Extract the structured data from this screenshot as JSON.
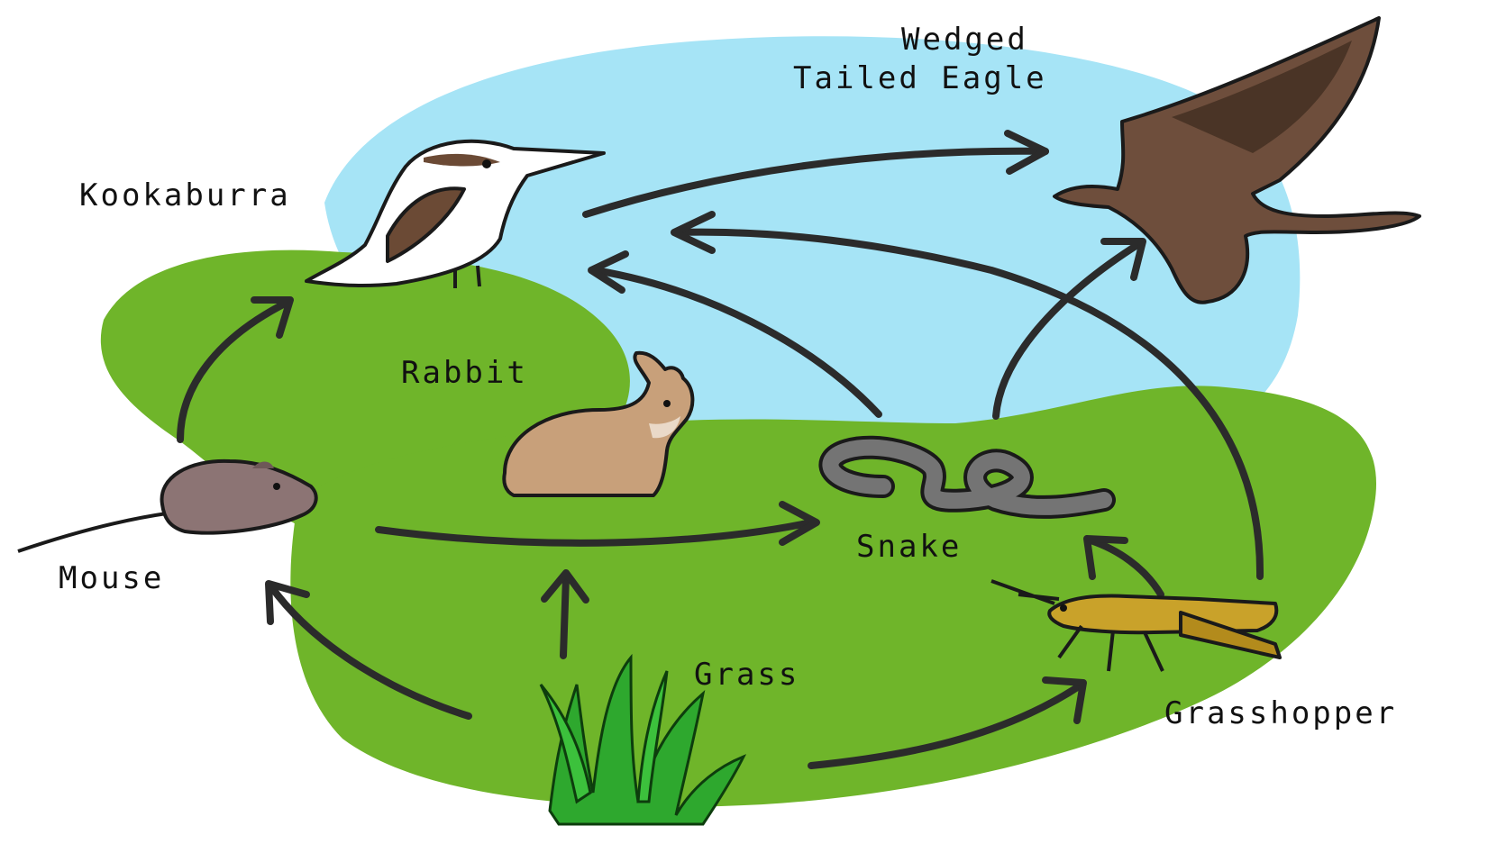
{
  "labels": {
    "eagle_line1": "Wedged",
    "eagle_line2": "Tailed Eagle",
    "kookaburra": "Kookaburra",
    "rabbit": "Rabbit",
    "mouse": "Mouse",
    "snake": "Snake",
    "grass": "Grass",
    "grasshopper": "Grasshopper"
  },
  "links": [
    {
      "from": "Grass",
      "to": "Mouse"
    },
    {
      "from": "Grass",
      "to": "Rabbit"
    },
    {
      "from": "Grass",
      "to": "Grasshopper"
    },
    {
      "from": "Mouse",
      "to": "Kookaburra"
    },
    {
      "from": "Mouse",
      "to": "Snake"
    },
    {
      "from": "Grasshopper",
      "to": "Snake"
    },
    {
      "from": "Grasshopper",
      "to": "Kookaburra"
    },
    {
      "from": "Snake",
      "to": "Kookaburra"
    },
    {
      "from": "Snake",
      "to": "Wedged Tailed Eagle"
    },
    {
      "from": "Kookaburra",
      "to": "Wedged Tailed Eagle"
    }
  ],
  "colors": {
    "sky": "#a6e4f6",
    "ground": "#6fb52a",
    "arrow": "#2b2b2b"
  }
}
